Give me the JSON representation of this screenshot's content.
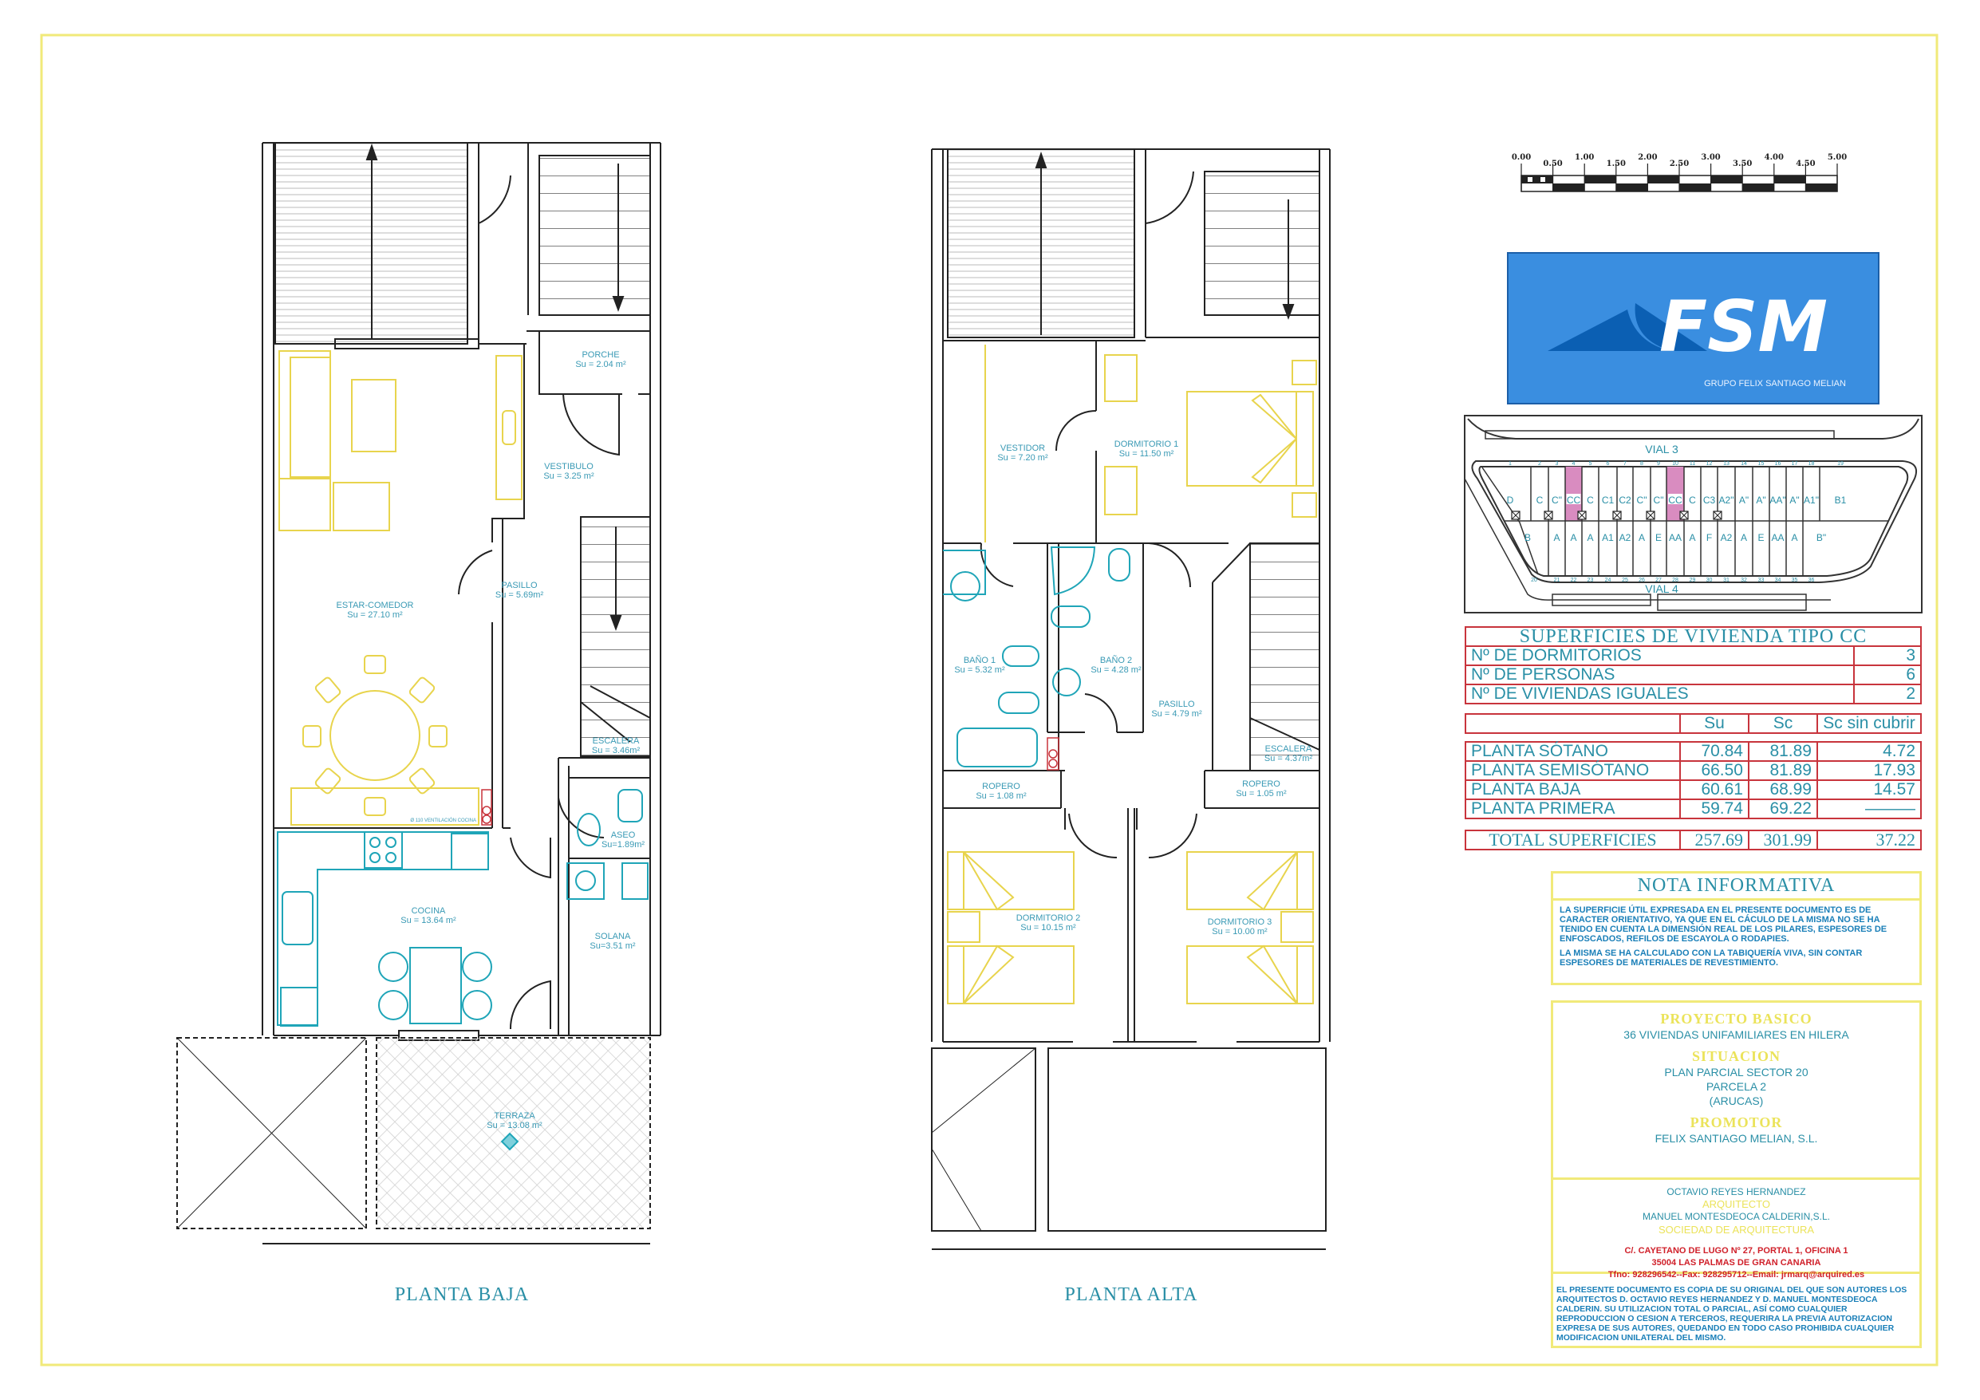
{
  "colors": {
    "frame": "#f1ea7a",
    "wall": "#222222",
    "furniture_yellow": "#e8d44d",
    "fixture_cyan": "#1fa5b8",
    "label": "#3a9ab5",
    "table_border": "#c8343c",
    "logo_bg": "#3a8ee0",
    "highlight_pink": "#d98cc0"
  },
  "ground_plan": {
    "title": "PLANTA BAJA",
    "ventilation_note": "Ø 110 VENTILACIÓN COCINA",
    "rooms": [
      {
        "name": "PORCHE",
        "area": "Su = 2.04 m²"
      },
      {
        "name": "VESTIBULO",
        "area": "Su = 3.25 m²"
      },
      {
        "name": "PASILLO",
        "area": "Su = 5.69m²"
      },
      {
        "name": "ESTAR-COMEDOR",
        "area": "Su = 27.10 m²"
      },
      {
        "name": "ESCALERA",
        "area": "Su = 3.46m²"
      },
      {
        "name": "ASEO",
        "area": "Su=1.89m²"
      },
      {
        "name": "COCINA",
        "area": "Su = 13.64 m²"
      },
      {
        "name": "SOLANA",
        "area": "Su=3.51 m²"
      },
      {
        "name": "TERRAZA",
        "area": "Su = 13.08 m²"
      }
    ]
  },
  "upper_plan": {
    "title": "PLANTA ALTA",
    "rooms": [
      {
        "name": "VESTIDOR",
        "area": "Su = 7.20 m²"
      },
      {
        "name": "DORMITORIO 1",
        "area": "Su = 11.50 m²"
      },
      {
        "name": "BAÑO 1",
        "area": "Su = 5.32 m²"
      },
      {
        "name": "BAÑO 2",
        "area": "Su = 4.28 m²"
      },
      {
        "name": "PASILLO",
        "area": "Su = 4.79 m²"
      },
      {
        "name": "ESCALERA",
        "area": "Su = 4.37m²"
      },
      {
        "name": "ROPERO",
        "area": "Su = 1.08 m²"
      },
      {
        "name": "ROPERO",
        "area": "Su = 1.05 m²"
      },
      {
        "name": "DORMITORIO 2",
        "area": "Su = 10.15 m²"
      },
      {
        "name": "DORMITORIO 3",
        "area": "Su = 10.00 m²"
      }
    ]
  },
  "scale_bar": {
    "ticks": [
      "0.00",
      "0.50",
      "1.00",
      "1.50",
      "2.00",
      "2.50",
      "3.00",
      "3.50",
      "4.00",
      "4.50",
      "5.00"
    ]
  },
  "logo": {
    "text": "FSM",
    "tagline": "GRUPO FELIX SANTIAGO MELIAN"
  },
  "key_plan": {
    "top_street": "VIAL 3",
    "bottom_street": "VIAL 4",
    "top_numbers": [
      "1",
      "2",
      "3",
      "4",
      "5",
      "6",
      "7",
      "8",
      "9",
      "10",
      "11",
      "12",
      "13",
      "14",
      "15",
      "16",
      "17",
      "18",
      "19"
    ],
    "top_types": [
      "D",
      "C",
      "C\"",
      "CC",
      "C",
      "C1",
      "C2",
      "C\"",
      "C\"",
      "CC",
      "C",
      "C3",
      "A2\"",
      "A\"",
      "A\"",
      "AA\"",
      "A\"",
      "A1\"",
      "B1"
    ],
    "bottom_numbers": [
      "20",
      "21",
      "22",
      "23",
      "24",
      "25",
      "26",
      "27",
      "28",
      "29",
      "30",
      "31",
      "32",
      "33",
      "34",
      "35",
      "36"
    ],
    "bottom_types": [
      "B",
      "A",
      "A",
      "A",
      "A1",
      "A2",
      "A",
      "E",
      "AA",
      "A",
      "F",
      "A2",
      "A",
      "E",
      "AA",
      "A",
      "B\""
    ],
    "highlighted_lots": [
      "4",
      "10"
    ]
  },
  "summary": {
    "title": "SUPERFICIES DE VIVIENDA TIPO CC",
    "rows": [
      {
        "label": "Nº DE DORMITORIOS",
        "value": "3"
      },
      {
        "label": "Nº DE PERSONAS",
        "value": "6"
      },
      {
        "label": "Nº DE VIVIENDAS IGUALES",
        "value": "2"
      }
    ]
  },
  "areas": {
    "headers": [
      "",
      "Su",
      "Sc",
      "Sc sin cubrir"
    ],
    "rows": [
      {
        "label": "PLANTA SÓTANO",
        "su": "70.84",
        "sc": "81.89",
        "sc_open": "4.72"
      },
      {
        "label": "PLANTA SEMISÓTANO",
        "su": "66.50",
        "sc": "81.89",
        "sc_open": "17.93"
      },
      {
        "label": "PLANTA BAJA",
        "su": "60.61",
        "sc": "68.99",
        "sc_open": "14.57"
      },
      {
        "label": "PLANTA PRIMERA",
        "su": "59.74",
        "sc": "69.22",
        "sc_open": "———"
      }
    ],
    "total": {
      "label": "TOTAL SUPERFICIES",
      "su": "257.69",
      "sc": "301.99",
      "sc_open": "37.22"
    }
  },
  "note": {
    "title": "NOTA INFORMATIVA",
    "p1": "LA SUPERFICIE ÚTIL EXPRESADA EN EL PRESENTE DOCUMENTO ES DE CARACTER ORIENTATIVO, YA QUE EN EL CÁCULO DE LA MISMA NO SE HA TENIDO EN CUENTA LA DIMENSIÓN REAL DE LOS PILARES, ESPESORES DE ENFOSCADOS, REFILOS DE ESCAYOLA O RODAPIES.",
    "p2": "LA MISMA SE HA CALCULADO CON LA TABIQUERÍA VIVA, SIN CONTAR ESPESORES DE MATERIALES DE REVESTIMIENTO."
  },
  "project": {
    "h1": "PROYECTO BASICO",
    "desc": "36 VIVIENDAS UNIFAMILIARES EN HILERA",
    "h2": "SITUACION",
    "loc1": "PLAN PARCIAL SECTOR 20",
    "loc2": "PARCELA 2",
    "loc3": "(ARUCAS)",
    "h3": "PROMOTOR",
    "promoter": "FELIX SANTIAGO MELIAN, S.L.",
    "architect": "OCTAVIO REYES HERNANDEZ",
    "architect_role": "ARQUITECTO",
    "firm": "MANUEL MONTESDEOCA CALDERIN,S.L.",
    "firm_role": "SOCIEDAD DE ARQUITECTURA",
    "addr1": "C/. CAYETANO DE LUGO Nº 27, PORTAL 1, OFICINA 1",
    "addr2": "35004   LAS PALMAS DE GRAN CANARIA",
    "contact": "Tfno: 928296542--Fax: 928295712--Email: jrmarq@arquired.es",
    "copyright": "EL PRESENTE DOCUMENTO ES COPIA DE SU ORIGINAL DEL QUE SON AUTORES LOS ARQUITECTOS D. OCTAVIO REYES HERNANDEZ Y D. MANUEL MONTESDEOCA CALDERIN. SU UTILIZACION TOTAL O PARCIAL, ASÍ COMO CUALQUIER REPRODUCCION O CESION A TERCEROS, REQUERIRA LA PREVIA AUTORIZACION EXPRESA DE SUS AUTORES, QUEDANDO EN TODO CASO PROHIBIDA CUALQUIER MODIFICACION UNILATERAL DEL MISMO."
  }
}
